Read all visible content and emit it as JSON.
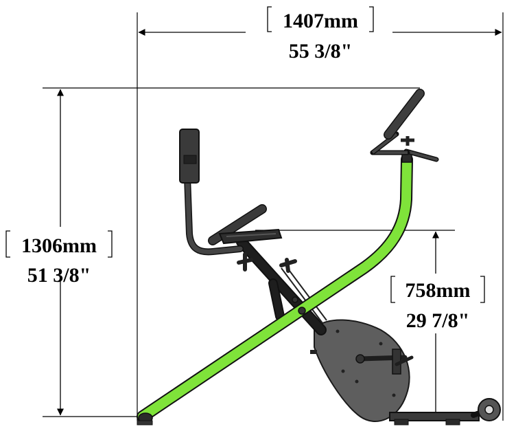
{
  "dimensions": {
    "overall_length": {
      "metric": "1407mm",
      "imperial": "55 3/8\""
    },
    "overall_height": {
      "metric": "1306mm",
      "imperial": "51 3/8\""
    },
    "seat_height": {
      "metric": "758mm",
      "imperial": "29 7/8\""
    }
  },
  "colors": {
    "main_tube": "#7fe33a",
    "frame": "#3a3a3a",
    "flywheel_cover": "#5e5e5e",
    "dimension_lines": "#000000"
  }
}
